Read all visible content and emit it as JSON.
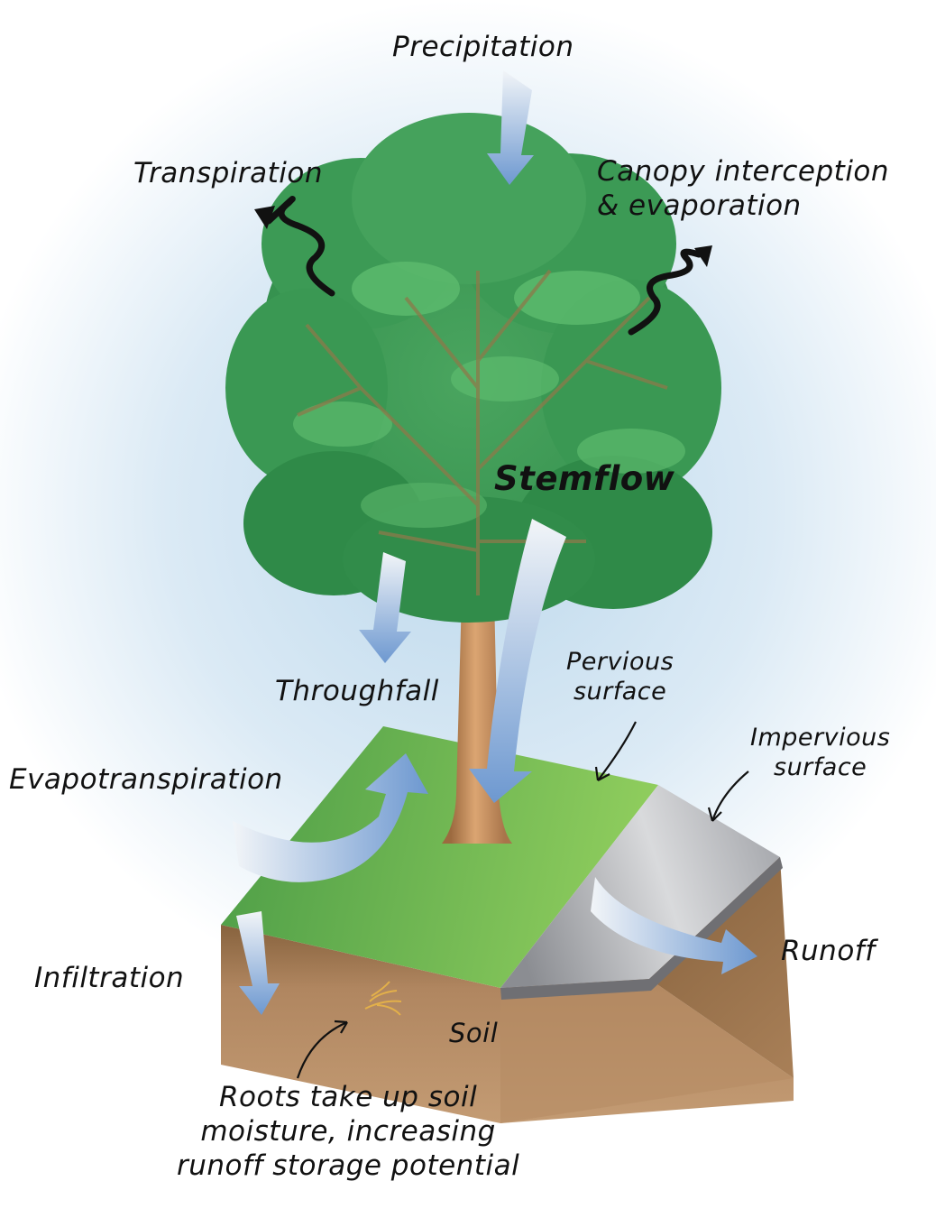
{
  "labels": {
    "precipitation": "Precipitation",
    "transpiration": "Transpiration",
    "canopy": "Canopy interception\n& evaporation",
    "stemflow": "Stemflow",
    "throughfall": "Throughfall",
    "pervious": "Pervious\nsurface",
    "impervious": "Impervious\nsurface",
    "evapotranspiration": "Evapotranspiration",
    "infiltration": "Infiltration",
    "runoff": "Runoff",
    "soil": "Soil",
    "roots": "Roots take up soil\nmoisture, increasing\nrunoff storage potential"
  },
  "colors": {
    "sky": "#bcd8ec",
    "foliage_dark": "#2f8a4a",
    "foliage_mid": "#3f9e58",
    "foliage_light": "#5dbb6e",
    "grass": "#5aa84f",
    "grass_light": "#8ccc5c",
    "soil": "#a27a52",
    "pavement": "#a7a9ae",
    "trunk": "#c9905c",
    "arrow_blue": "#7aa2d4",
    "wavy_arrow": "#111111"
  }
}
